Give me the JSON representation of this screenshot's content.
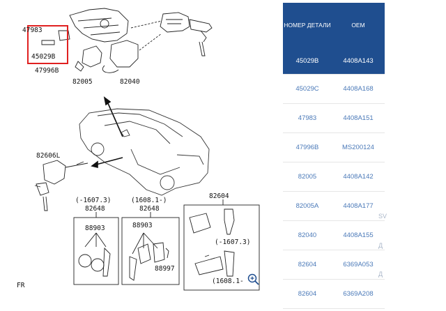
{
  "diagram": {
    "labels": {
      "l47983": "47983",
      "l45029b": "45029B",
      "l47996b": "47996B",
      "l82005": "82005",
      "l82040": "82040",
      "l82606l": "82606L",
      "l82604": "82604",
      "l82648a": "82648",
      "l82648b": "82648",
      "range_a": "(-1607.3)",
      "range_b": "(1608.1-)",
      "l88903a": "88903",
      "l88903b": "88903",
      "l88997": "88997",
      "range_c": "(-1607.3)",
      "range_d": "(1608.1-",
      "fr": "FR"
    }
  },
  "table": {
    "header": {
      "num": "НОМЕР ДЕТАЛИ",
      "oem": "OEM"
    },
    "rows": [
      {
        "num": "45029B",
        "oem": "4408A143",
        "selected": true
      },
      {
        "num": "45029C",
        "oem": "4408A168"
      },
      {
        "num": "47983",
        "oem": "4408A151"
      },
      {
        "num": "47996B",
        "oem": "MS200124"
      },
      {
        "num": "82005",
        "oem": "4408A142"
      },
      {
        "num": "82005A",
        "oem": "4408A177"
      },
      {
        "num": "82040",
        "oem": "4408A155"
      },
      {
        "num": "82604",
        "oem": "6369A053"
      },
      {
        "num": "82604",
        "oem": "6369A208"
      }
    ],
    "overflow": {
      "sw": "SV",
      "g1": "Д",
      "g2": "Д"
    }
  },
  "colors": {
    "header_bg": "#1f4e8f",
    "link": "#4a79b8",
    "highlight_box": "#e02020"
  },
  "icons": {
    "zoom": "zoom-in-icon"
  }
}
